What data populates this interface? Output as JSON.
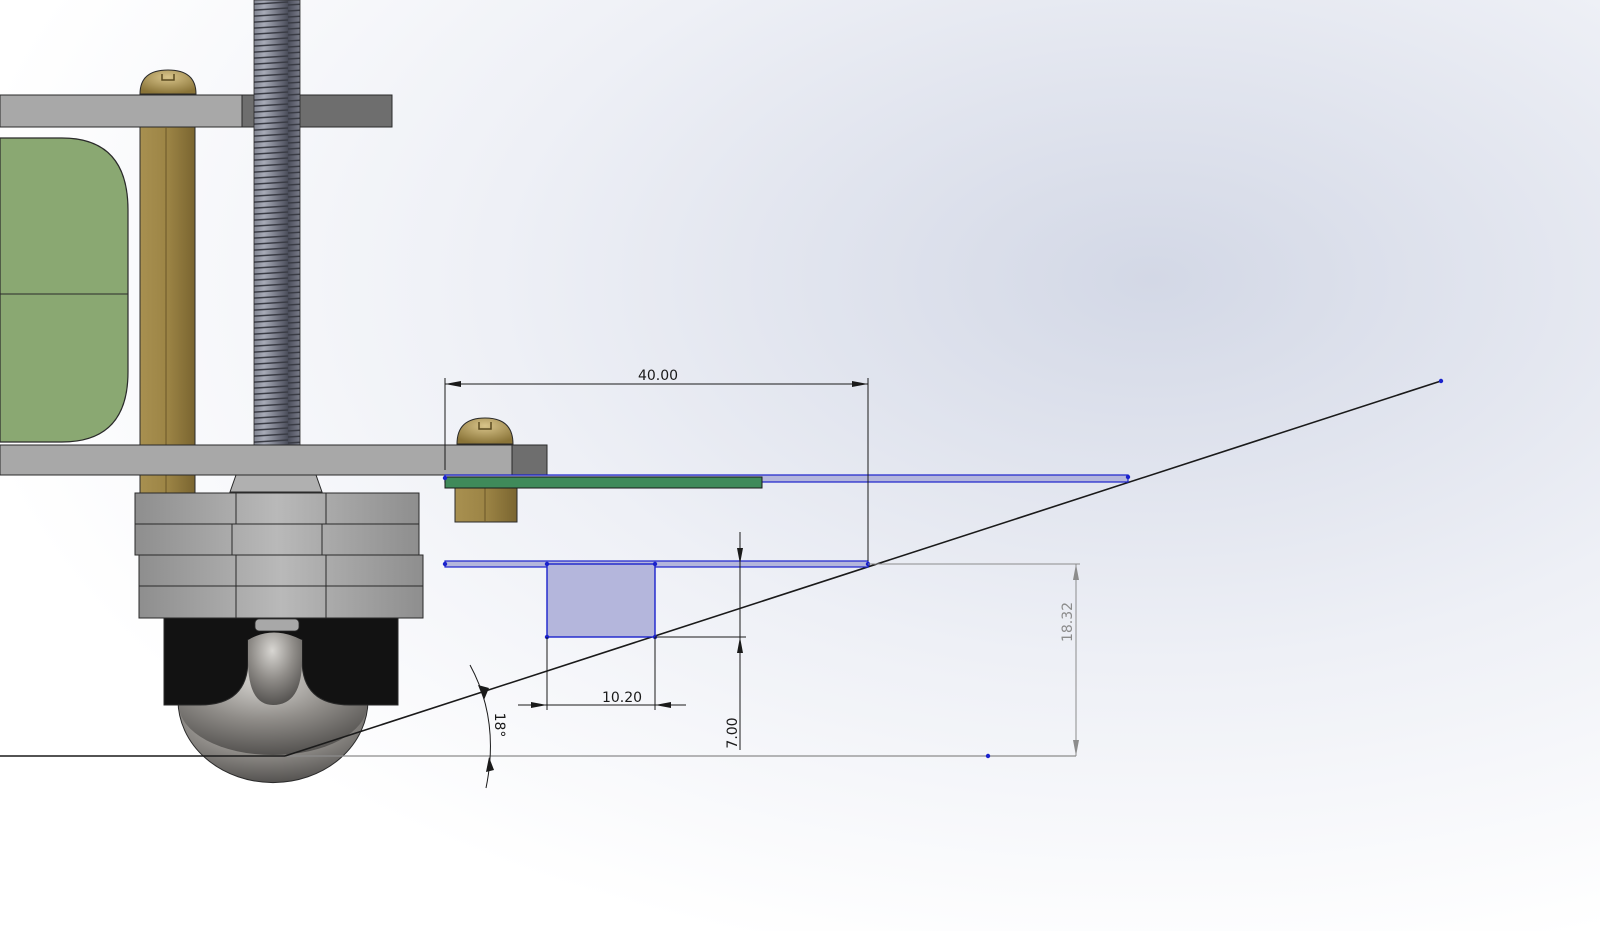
{
  "drawing": {
    "dimensions": {
      "width_40": "40.00",
      "height_18_32": "18.32",
      "width_10_20": "10.20",
      "height_7_00": "7.00",
      "angle_18": "18°"
    },
    "colors": {
      "background_light": "#ffffff",
      "background_tint": "#d3d8e6",
      "frame_plate": "#a8a8a8",
      "frame_plate_dark": "#6e6e6e",
      "brass": "#a89050",
      "brass_dark": "#7a6530",
      "green_part": "#8aa872",
      "pcb_green": "#3f8a5a",
      "sketch_blue": "#1a22cc",
      "sketch_fill": "#b4b6dc",
      "caster_black": "#121212",
      "caster_ball": "#8a8784",
      "dimension_gray": "#8c8c8c",
      "line_black": "#1a1a1a"
    }
  }
}
